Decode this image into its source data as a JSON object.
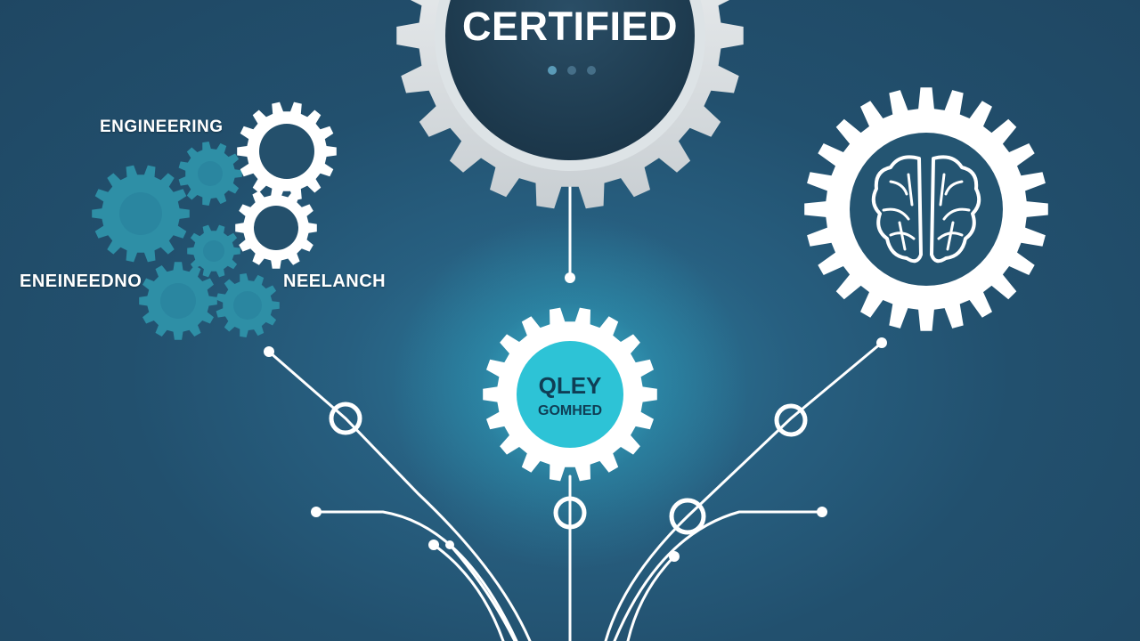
{
  "badge": {
    "title": "CERTIFIED"
  },
  "labels": {
    "engineering": "ENGINEERING",
    "engineedno": "ENEINEEDNO",
    "neelanch": "NEELANCH"
  },
  "center_gear": {
    "line1": "QLEY",
    "line2": "GOMHED"
  },
  "colors": {
    "background": "#22506e",
    "accent_cyan": "#2dc3d6",
    "gear_teal": "#2e8fa6",
    "white": "#ffffff",
    "badge_dark": "#203f55"
  },
  "icons": {
    "badge_gear": "gear-icon",
    "brain": "brain-icon",
    "cluster": "gears-icon"
  }
}
